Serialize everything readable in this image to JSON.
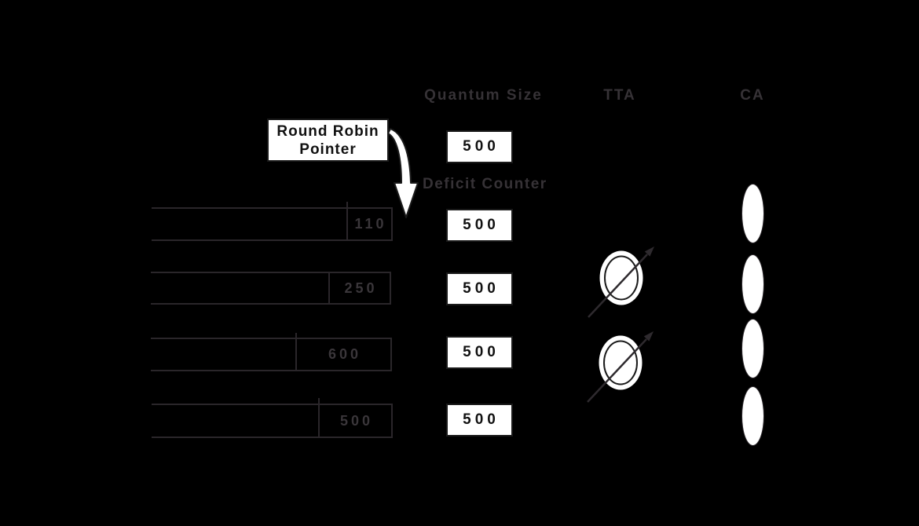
{
  "headers": {
    "quantum_size": "Quantum Size",
    "tta": "TTA",
    "ca": "CA"
  },
  "labels": {
    "round_robin_pointer_line1": "Round Robin",
    "round_robin_pointer_line2": "Pointer",
    "deficit_counter": "Deficit Counter"
  },
  "quantum": {
    "value": "500"
  },
  "queues": [
    {
      "packet_size": "110",
      "deficit_counter": "500",
      "has_tta_dial": false,
      "has_ca_ellipse": true
    },
    {
      "packet_size": "250",
      "deficit_counter": "500",
      "has_tta_dial": true,
      "has_ca_ellipse": true
    },
    {
      "packet_size": "600",
      "deficit_counter": "500",
      "has_tta_dial": true,
      "has_ca_ellipse": true
    },
    {
      "packet_size": "500",
      "deficit_counter": "500",
      "has_tta_dial": false,
      "has_ca_ellipse": true
    }
  ],
  "icons": {
    "round_robin_arrow": "curved-down-block-arrow",
    "tta_dial": "circle-with-diagonal-arrow",
    "ca_marker": "white-vertical-ellipse"
  },
  "colors": {
    "background": "#000000",
    "line_gray": "#2a262a",
    "label_gray": "#363236",
    "box_fill": "#ffffff",
    "box_border": "#1a1a1a",
    "box_text": "#111111"
  }
}
